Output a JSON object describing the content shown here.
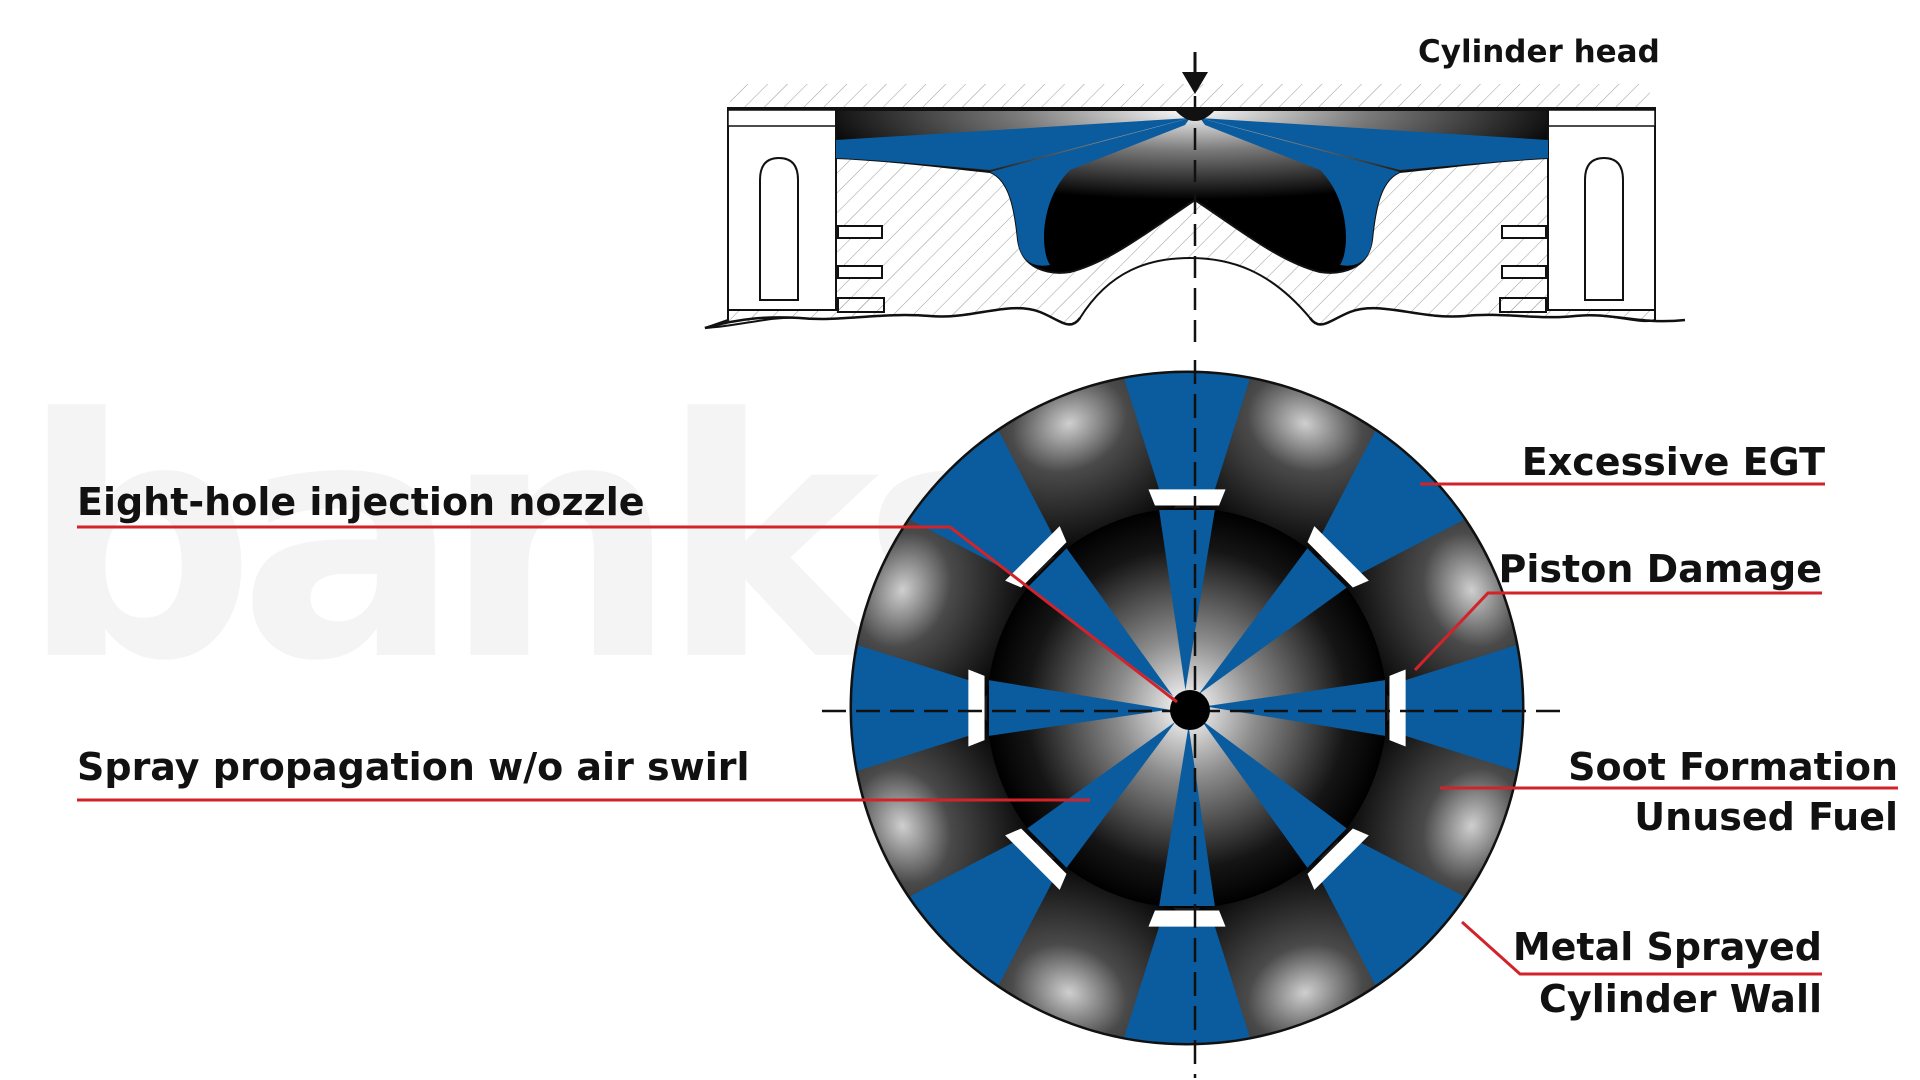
{
  "watermark": {
    "text": "banks"
  },
  "labels": {
    "cylinder_head": "Cylinder head",
    "injection_nozzle": "Eight-hole injection nozzle",
    "spray_propagation": "Spray propagation w/o air swirl",
    "excessive_egt": "Excessive EGT",
    "piston_damage": "Piston Damage",
    "soot_formation": "Soot Formation",
    "unused_fuel": "Unused Fuel",
    "metal_sprayed": "Metal Sprayed",
    "cylinder_wall": "Cylinder Wall"
  },
  "colors": {
    "spray_blue": "#0a5c9e",
    "leader_red": "#d2232a",
    "dark_fill": "#0a0a0a",
    "outline": "#111111",
    "watermark": "#f4f4f4"
  },
  "icons": {
    "injector_arrow": "down-arrow-icon",
    "nozzle": "nozzle-dot-icon"
  }
}
